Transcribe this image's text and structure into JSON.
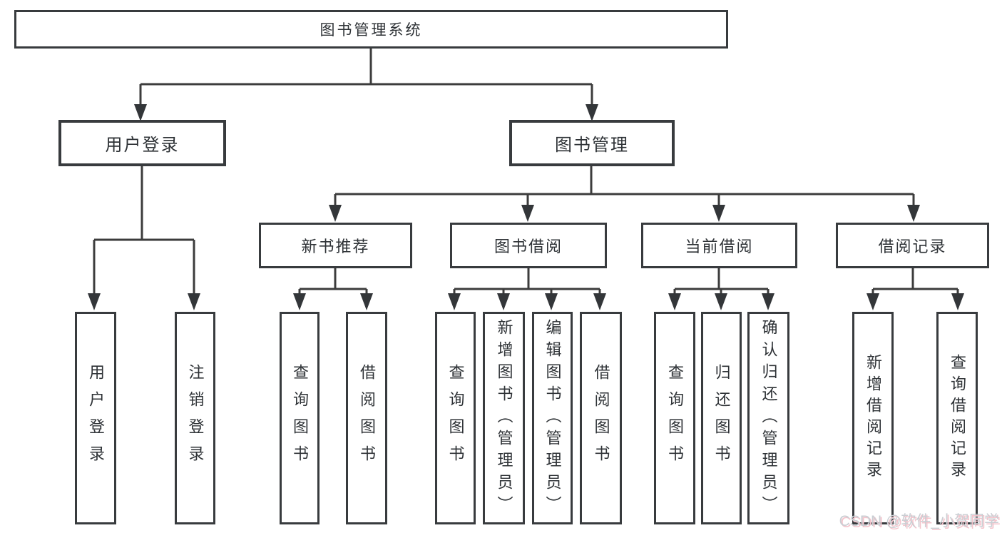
{
  "diagram": {
    "title": "图书管理系统",
    "root": {
      "label": "图书管理系统"
    },
    "branches": [
      {
        "label": "用户登录",
        "children": [
          {
            "label": "用户登录"
          },
          {
            "label": "注销登录"
          }
        ]
      },
      {
        "label": "图书管理",
        "sections": [
          {
            "label": "新书推荐",
            "children": [
              {
                "label": "查询图书"
              },
              {
                "label": "借阅图书"
              }
            ]
          },
          {
            "label": "图书借阅",
            "children": [
              {
                "label": "查询图书"
              },
              {
                "label": "新增图书（管理员）"
              },
              {
                "label": "编辑图书（管理员）"
              },
              {
                "label": "借阅图书"
              }
            ]
          },
          {
            "label": "当前借阅",
            "children": [
              {
                "label": "查询图书"
              },
              {
                "label": "归还图书"
              },
              {
                "label": "确认归还（管理员）"
              }
            ]
          },
          {
            "label": "借阅记录",
            "children": [
              {
                "label": "新增借阅记录"
              },
              {
                "label": "查询借阅记录"
              }
            ]
          }
        ]
      }
    ]
  },
  "watermark": {
    "text": "CSDN @软件_小贺同学"
  },
  "colors": {
    "background": "#ffffff",
    "line": "#3c3c3c",
    "box_border": "#383b3e",
    "text": "#2e3236",
    "watermark_gray": "#caced3",
    "watermark_pink": "#f4c3cb"
  }
}
